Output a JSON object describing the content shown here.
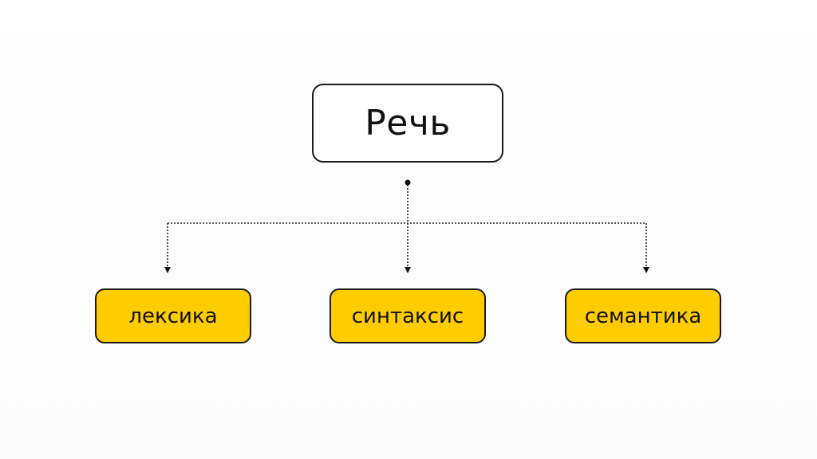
{
  "diagram": {
    "root": {
      "label": "Речь"
    },
    "children": [
      {
        "label": "лексика"
      },
      {
        "label": "синтаксис"
      },
      {
        "label": "семантика"
      }
    ],
    "colors": {
      "child_fill": "#ffcc00",
      "root_fill": "#ffffff",
      "stroke": "#1a1a1a"
    }
  }
}
